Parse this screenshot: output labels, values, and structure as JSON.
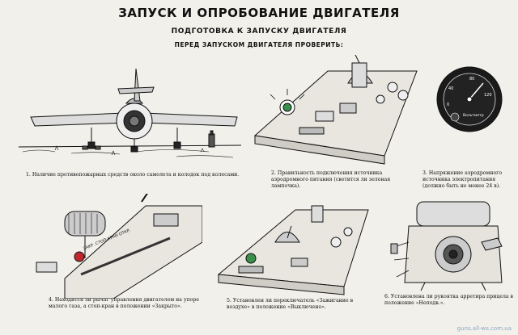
{
  "header": {
    "title": "ЗАПУСК И ОПРОБОВАНИЕ ДВИГАТЕЛЯ",
    "subtitle": "ПОДГОТОВКА К ЗАПУСКУ ДВИГАТЕЛЯ",
    "subtitle2": "ПЕРЕД ЗАПУСКОМ ДВИГАТЕЛЯ ПРОВЕРИТЬ:"
  },
  "panels": {
    "p1": {
      "caption": "1. Наличие противопожарных средств около самолета и колодок под колесами."
    },
    "p2": {
      "caption": "2. Правильность подключения источника аэродромного питания (светится ли зеленая лампочка)."
    },
    "p3": {
      "caption": "3. Напряжение аэродромного источника электропитания (должно быть не менее 24 в).",
      "gauge_ticks": [
        "0",
        "40",
        "80",
        "120"
      ],
      "gauge_label": "Вольтметр"
    },
    "p4": {
      "caption": "4. Находится ли рычаг управления двигателем на упоре малого газа, а стоп-кран в положении «Закрыто».",
      "plate_label": "ЗАКР. СТОП-КРАН ОТКР."
    },
    "p5": {
      "caption": "5. Установлен ли переключатель «Зажигание в воздухе» в положение «Выключено»."
    },
    "p6": {
      "caption": "6. Установлена ли рукоятка арретира прицела в положение «Неподв.»."
    }
  },
  "watermark": "guns.all-ws.com.ua",
  "colors": {
    "paper": "#f2f0ea",
    "ink": "#111111",
    "lamp_green": "#3a8f4a",
    "knob_red": "#c0272d"
  }
}
